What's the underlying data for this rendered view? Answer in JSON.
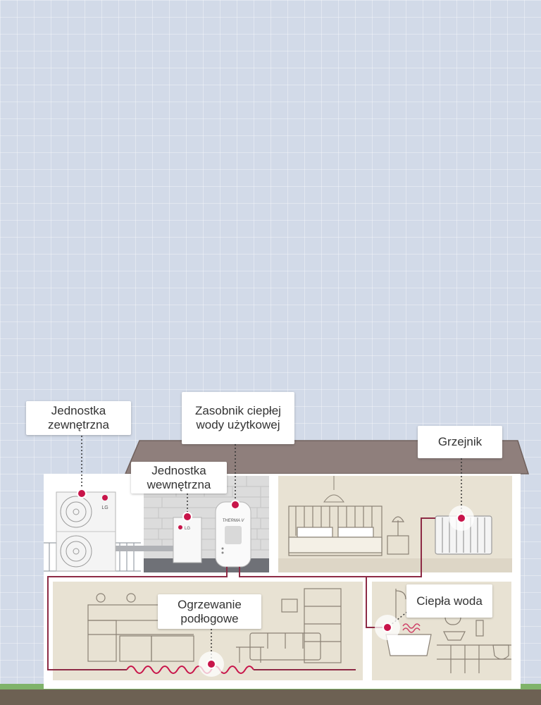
{
  "labels": {
    "outdoor_unit": "Jednostka\nzewnętrzna",
    "indoor_unit": "Jednostka\nwewnętrzna",
    "water_tank": "Zasobnik ciepłej\nwody użytkowej",
    "radiator": "Grzejnik",
    "floor_heating": "Ogrzewanie\npodłogowe",
    "hot_water": "Ciepła woda"
  },
  "device_text": {
    "outdoor_brand": "LG",
    "indoor_brand": "LG",
    "tank_brand": "THERMA V"
  },
  "colors": {
    "accent": "#c8154a",
    "pipe": "#8d2b45",
    "roof": "#8f7f7c",
    "wall_room": "#e8e2d3",
    "ground": "#6d6153",
    "grass": "#7fb36a"
  }
}
